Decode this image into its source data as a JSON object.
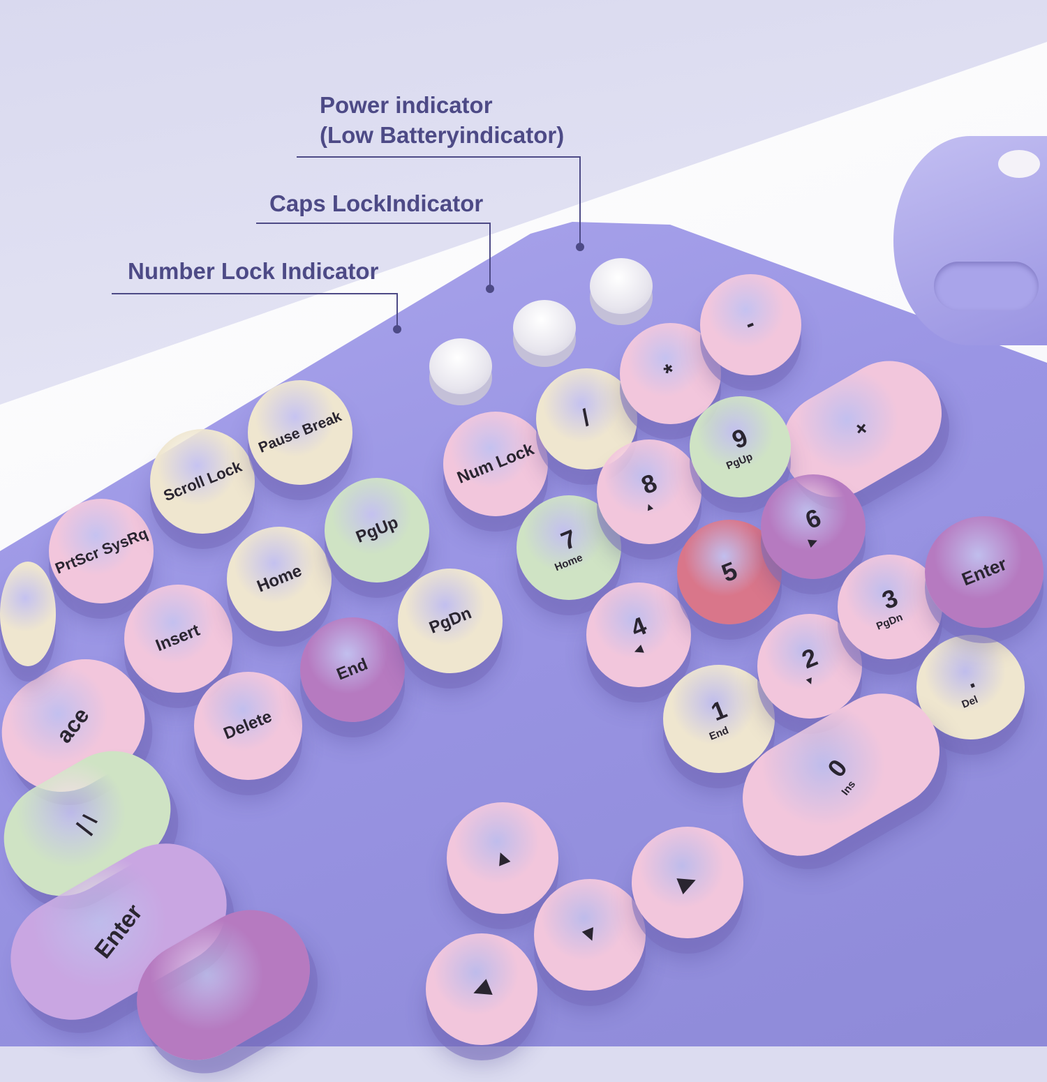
{
  "callouts": {
    "power": "Power indicator",
    "power_sub": "(Low Batteryindicator)",
    "caps": "Caps LockIndicator",
    "num": "Number Lock Indicator"
  },
  "colors": {
    "pink": "#f2c6dc",
    "cream": "#efe6cf",
    "green": "#cfe3c4",
    "purple": "#b67ac0",
    "red": "#d9768a",
    "lilac": "#c9a6e2"
  },
  "keys": [
    {
      "name": "prtscr",
      "label": "PrtScr SysRq",
      "color": "pink"
    },
    {
      "name": "scroll-lock",
      "label": "Scroll Lock",
      "color": "cream"
    },
    {
      "name": "pause-break",
      "label": "Pause Break",
      "color": "cream"
    },
    {
      "name": "insert",
      "label": "Insert",
      "color": "pink"
    },
    {
      "name": "home",
      "label": "Home",
      "color": "cream"
    },
    {
      "name": "pgup",
      "label": "PgUp",
      "color": "green"
    },
    {
      "name": "delete",
      "label": "Delete",
      "color": "pink"
    },
    {
      "name": "end",
      "label": "End",
      "color": "purple"
    },
    {
      "name": "pgdn",
      "label": "PgDn",
      "color": "cream"
    },
    {
      "name": "num-lock",
      "label": "Num Lock",
      "color": "pink"
    },
    {
      "name": "num-divide",
      "label": "/",
      "color": "cream"
    },
    {
      "name": "num-multiply",
      "label": "*",
      "color": "pink"
    },
    {
      "name": "num-minus",
      "label": "-",
      "color": "pink"
    },
    {
      "name": "num-plus",
      "label": "+",
      "color": "pink"
    },
    {
      "name": "num-7",
      "label": "7",
      "sub": "Home",
      "color": "green"
    },
    {
      "name": "num-8",
      "label": "8",
      "sub": "▲",
      "color": "pink"
    },
    {
      "name": "num-9",
      "label": "9",
      "sub": "PgUp",
      "color": "green"
    },
    {
      "name": "num-4",
      "label": "4",
      "sub": "◀",
      "color": "pink"
    },
    {
      "name": "num-5",
      "label": "5",
      "color": "red"
    },
    {
      "name": "num-6",
      "label": "6",
      "sub": "▶",
      "color": "purple"
    },
    {
      "name": "num-1",
      "label": "1",
      "sub": "End",
      "color": "cream"
    },
    {
      "name": "num-2",
      "label": "2",
      "sub": "▼",
      "color": "pink"
    },
    {
      "name": "num-3",
      "label": "3",
      "sub": "PgDn",
      "color": "pink"
    },
    {
      "name": "num-dot",
      "label": ".",
      "sub": "Del",
      "color": "cream"
    },
    {
      "name": "num-0",
      "label": "0",
      "sub": "Ins",
      "color": "pink"
    },
    {
      "name": "num-enter",
      "label": "Enter",
      "color": "purple"
    },
    {
      "name": "arrow-up",
      "label": "▲",
      "color": "pink"
    },
    {
      "name": "arrow-down",
      "label": "▼",
      "color": "pink"
    },
    {
      "name": "arrow-right",
      "label": "▶",
      "color": "pink"
    },
    {
      "name": "arrow-left",
      "label": "◀",
      "color": "pink"
    },
    {
      "name": "backspace",
      "label": "ace",
      "color": "pink"
    },
    {
      "name": "backslash",
      "label": "| \\",
      "color": "green"
    },
    {
      "name": "enter",
      "label": "Enter",
      "color": "lilac"
    },
    {
      "name": "partial-left",
      "label": "",
      "color": "cream"
    },
    {
      "name": "partial-bottom",
      "label": "",
      "color": "purple"
    }
  ]
}
